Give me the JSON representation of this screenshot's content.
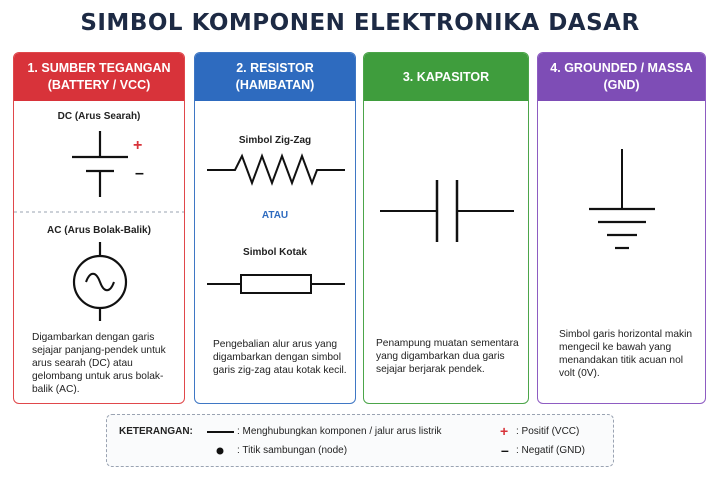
{
  "title": "SIMBOL KOMPONEN ELEKTRONIKA DASAR",
  "cards": {
    "battery": {
      "header_line1": "1. SUMBER TEGANGAN",
      "header_line2": "(BATTERY / VCC)",
      "dc_label": "DC (Arus Searah)",
      "plus": "+",
      "minus": "–",
      "ac_label": "AC (Arus Bolak-Balik)",
      "description": "Digambarkan dengan garis sejajar panjang-pendek untuk arus searah (DC) atau gelombang untuk arus bolak-balik (AC)."
    },
    "resistor": {
      "header_line1": "2. RESISTOR",
      "header_line2": "(HAMBATAN)",
      "zigzag_label": "Simbol Zig-Zag",
      "or_label": "ATAU",
      "box_label": "Simbol Kotak",
      "description": "Pengebalian alur arus yang digambarkan dengan simbol garis zig-zag atau kotak kecil."
    },
    "capacitor": {
      "header_line1": "3. KAPASITOR",
      "description": "Penampung muatan sementara yang digambarkan dua garis sejajar berjarak pendek."
    },
    "ground": {
      "header_line1": "4. GROUNDED / MASSA",
      "header_line2": "(GND)",
      "description": "Simbol garis horizontal makin mengecil ke bawah yang menandakan titik acuan nol volt (0V)."
    }
  },
  "legend": {
    "heading": "KETERANGAN:",
    "items": [
      {
        "symbol": "line",
        "text": ": Menghubungkan komponen / jalur arus listrik"
      },
      {
        "symbol": "dot",
        "text": ": Titik sambungan (node)"
      },
      {
        "symbol": "+",
        "text": ": Positif (VCC)"
      },
      {
        "symbol": "–",
        "text": ": Negatif (GND)"
      }
    ]
  },
  "colors": {
    "title": "#1d2a44",
    "battery": "#d8333a",
    "resistor": "#2e6bbf",
    "capacitor": "#3f9d3d",
    "ground": "#7e4db6",
    "positive": "#d8333a"
  }
}
